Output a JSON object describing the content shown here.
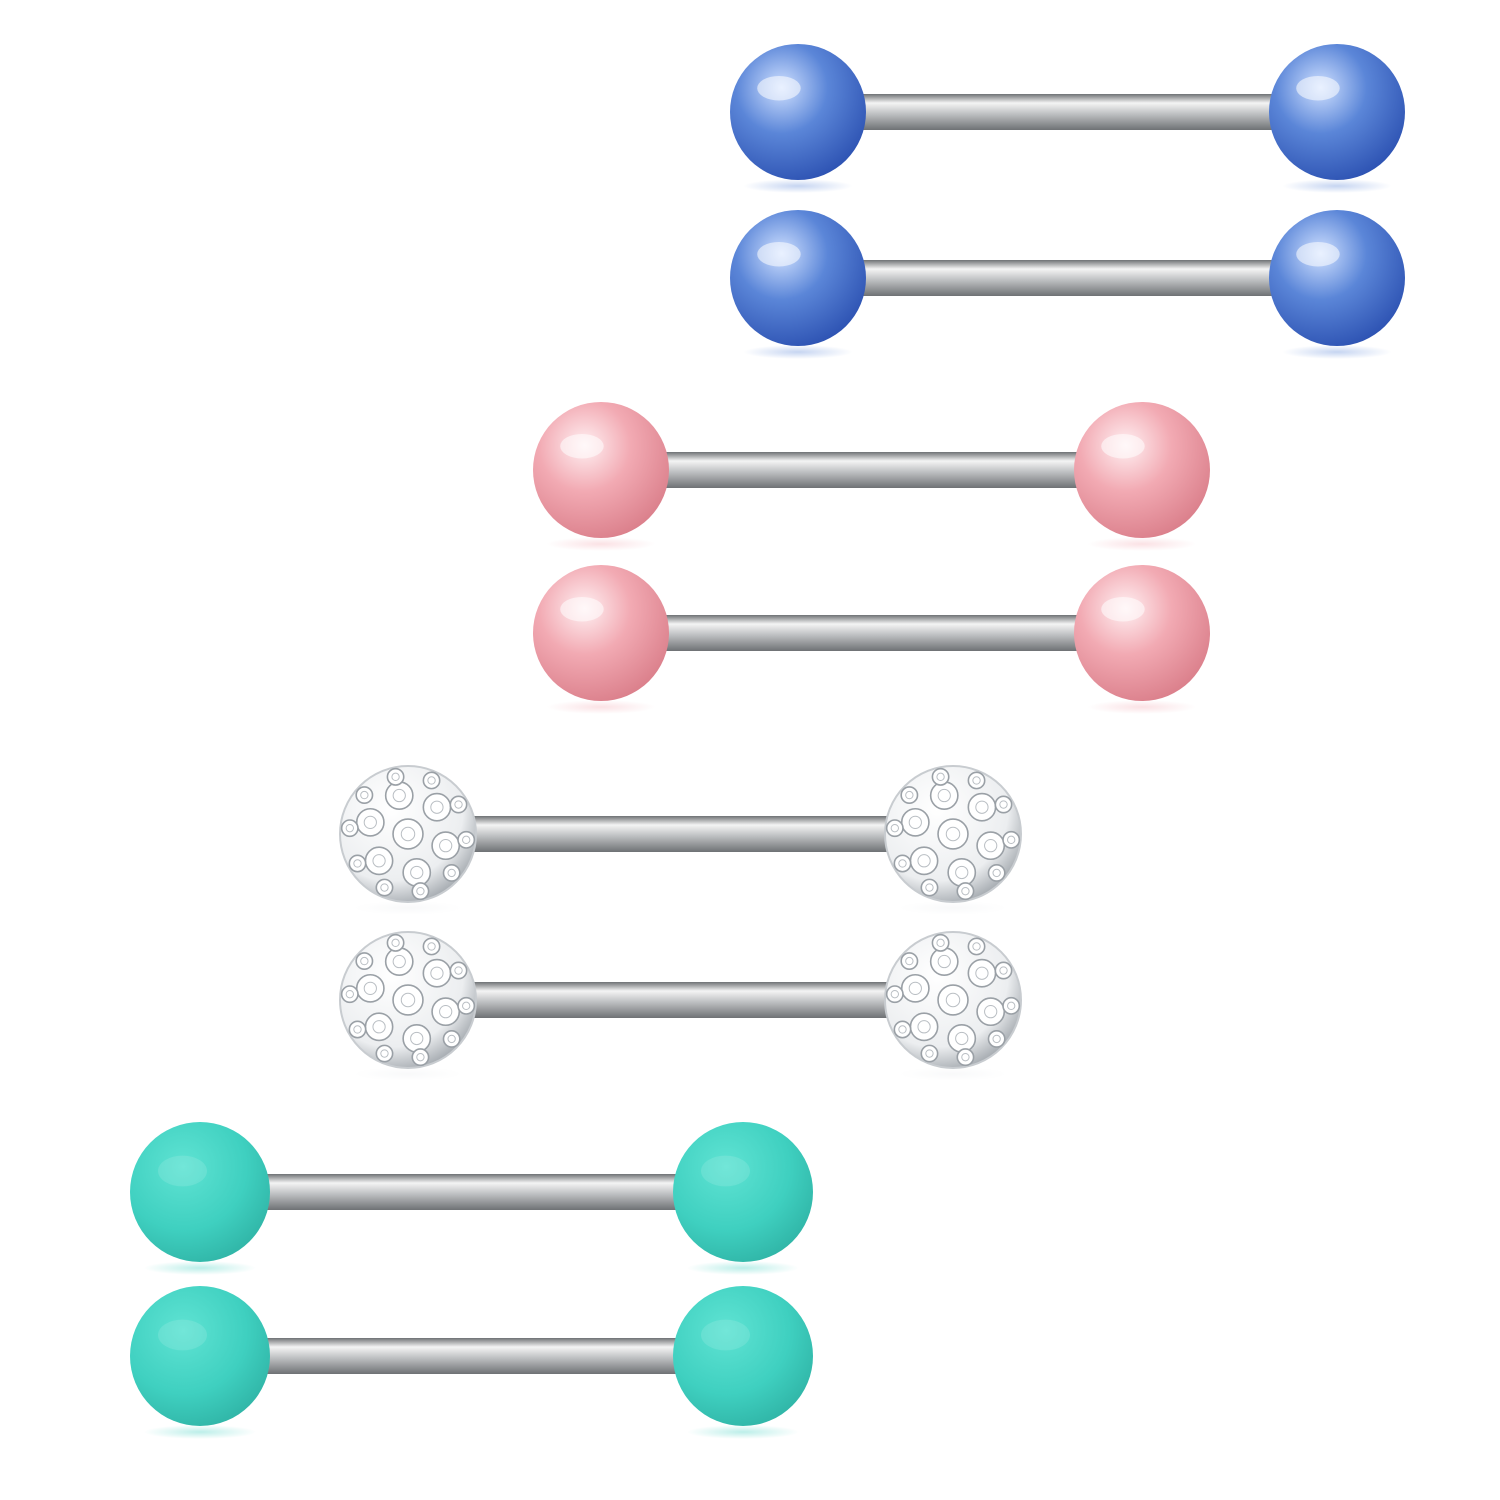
{
  "background": "#ffffff",
  "pairs": [
    {
      "name": "blue-pearl",
      "finish": "pearl",
      "colors": {
        "light": "#cfe0ff",
        "mid": "#5b86d8",
        "dark": "#2a4fb0"
      }
    },
    {
      "name": "pink-pearl",
      "finish": "pearl",
      "colors": {
        "light": "#fff0f2",
        "mid": "#f2aab3",
        "dark": "#d97c88"
      }
    },
    {
      "name": "crystal",
      "finish": "crystal",
      "colors": {
        "light": "#ffffff",
        "mid": "#eceef0",
        "dark": "#9aa0a6"
      }
    },
    {
      "name": "teal-matte",
      "finish": "matte",
      "colors": {
        "light": "#5fe3d3",
        "mid": "#3fd0c0",
        "dark": "#2fb3a5"
      }
    }
  ],
  "bar_colors": {
    "light": "#f4f4f4",
    "mid": "#bfc1c3",
    "dark": "#6f7275"
  }
}
